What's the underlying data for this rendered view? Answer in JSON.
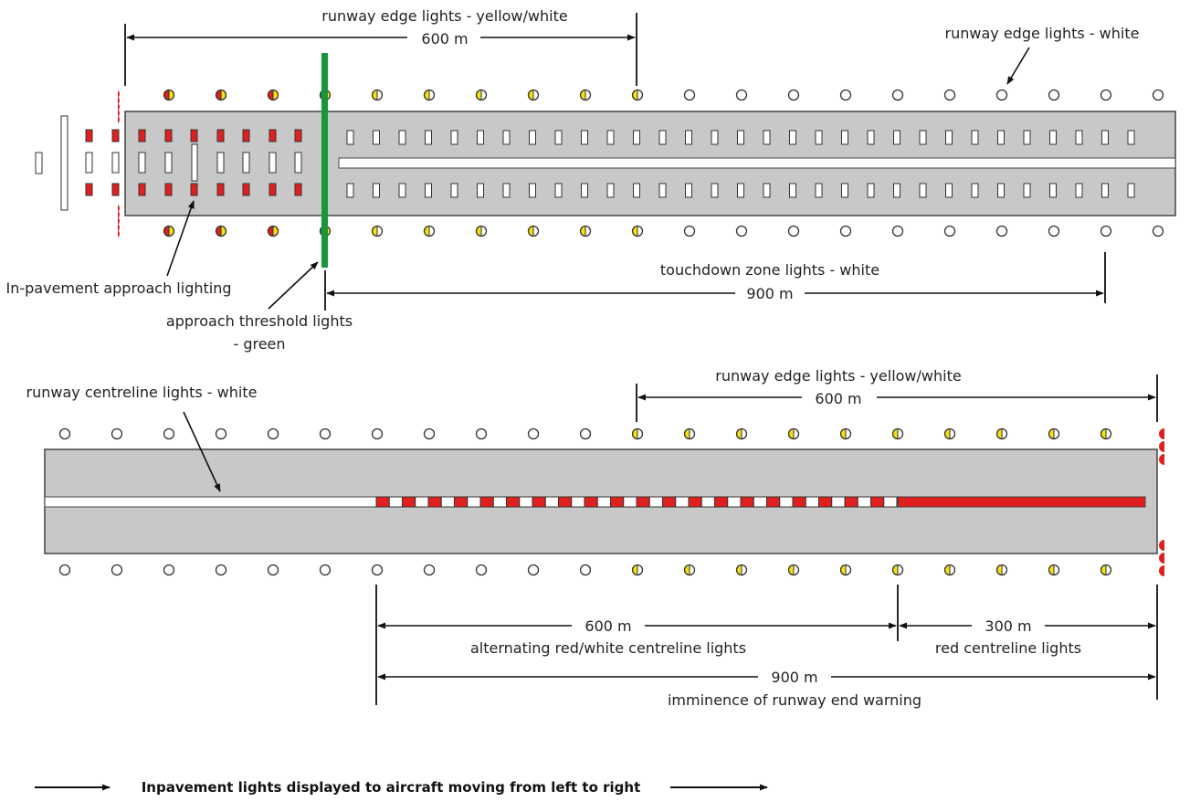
{
  "colors": {
    "runway": "#c8c8c8",
    "runway_edge": "#444444",
    "red": "#e0201e",
    "yellow": "#f2e20e",
    "green": "#17963a",
    "white": "#ffffff",
    "line": "#111111"
  },
  "top": {
    "label_edge_yw": "runway edge lights - yellow/white",
    "dim_edge_yw": "600 m",
    "label_edge_white": "runway edge lights - white",
    "label_tdz": "touchdown zone lights - white",
    "dim_tdz": "900 m",
    "label_inpavement": "In-pavement approach lighting",
    "label_threshold_line1": "approach threshold lights",
    "label_threshold_line2": "- green"
  },
  "bottom": {
    "label_centreline": "runway centreline lights - white",
    "label_edge_yw": "runway edge lights - yellow/white",
    "dim_edge_yw": "600 m",
    "dim_alternating": "600 m",
    "label_alternating": "alternating red/white centreline lights",
    "dim_red": "300 m",
    "label_red": "red centreline lights",
    "dim_imminence": "900 m",
    "label_imminence": "imminence of runway end warning"
  },
  "footer": {
    "caption": "Inpavement lights displayed to aircraft moving from left to right"
  }
}
